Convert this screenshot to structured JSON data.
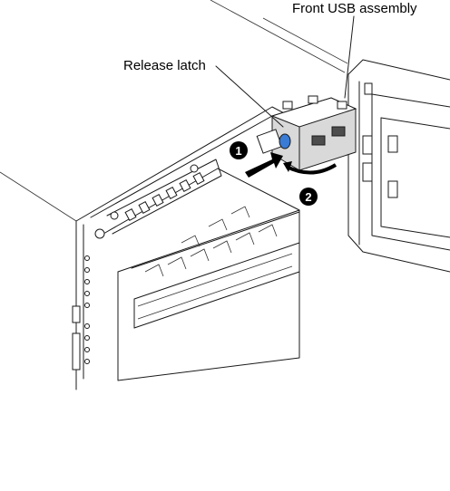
{
  "callouts": {
    "front_usb_assembly": "Front USB assembly",
    "release_latch": "Release latch"
  },
  "steps": [
    "1",
    "2"
  ],
  "colors": {
    "latch_accent": "#3a7bd5",
    "step_badge": "#000000",
    "line": "#1a1a1a"
  }
}
